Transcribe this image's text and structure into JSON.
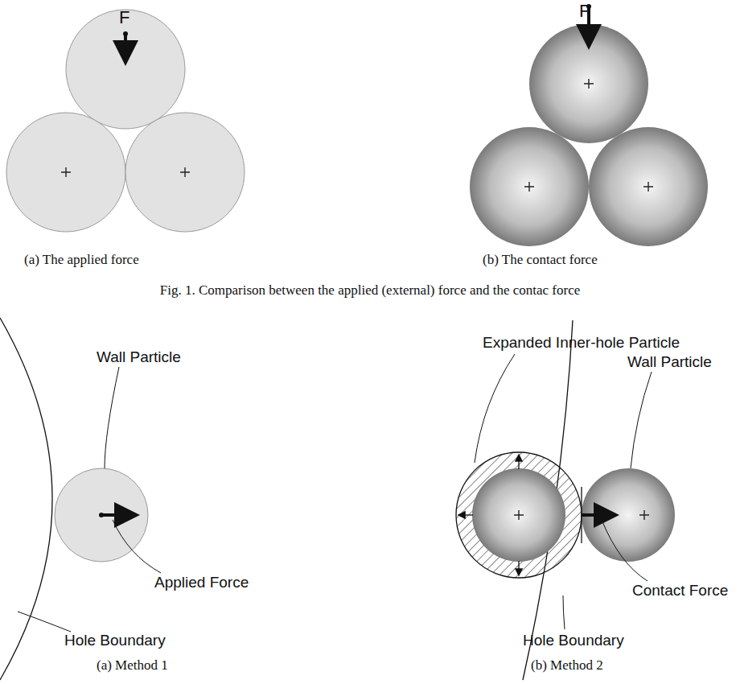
{
  "diagram": {
    "caption": "Fig. 1. Comparison between the applied (external) force and the contac force",
    "labels": [
      "F",
      "(a) The applied force",
      "F",
      "(b) The contact force",
      "Wall Particle",
      "Applied Force",
      "Hole Boundary",
      "(a) Method 1",
      "Expanded Inner-hole Particle",
      "Wall Particle",
      "Contact Force",
      "Hole Boundary",
      "(b) Method 2"
    ]
  }
}
